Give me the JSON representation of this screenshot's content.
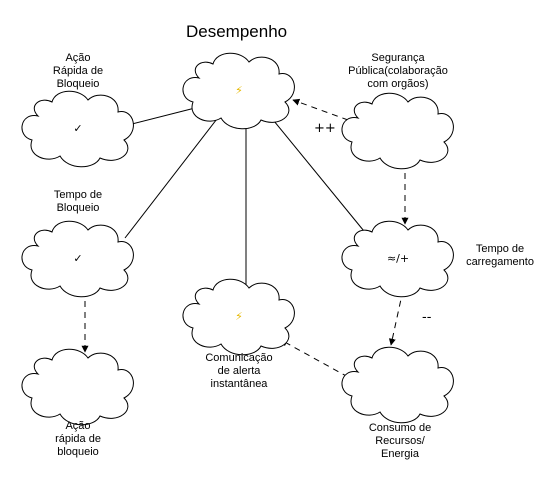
{
  "title": "Desempenho",
  "nodes": {
    "center": {
      "glyph": "⚡",
      "glyph_color": "#e6b800"
    },
    "acao_rapida": {
      "label": "Ação\nRápida de\nBloqueio",
      "glyph": "✓"
    },
    "tempo_bloqueio": {
      "label": "Tempo de\nBloqueio",
      "glyph": "✓"
    },
    "acao_rapida_bottom": {
      "label": "Ação\nrápida de\nbloqueio"
    },
    "comunicacao": {
      "label": "Comunicação\nde alerta\ninstantânea",
      "glyph": "⚡",
      "glyph_color": "#e6b800"
    },
    "seguranca": {
      "label": "Segurança\nPública(colaboração\ncom orgãos)"
    },
    "tempo_carregamento": {
      "label": "Tempo de\ncarregamento",
      "glyph": "≈/+"
    },
    "consumo": {
      "label": "Consumo de\nRecursos/\nEnergia"
    }
  },
  "edge_labels": {
    "plus": "++",
    "minus": "--"
  }
}
